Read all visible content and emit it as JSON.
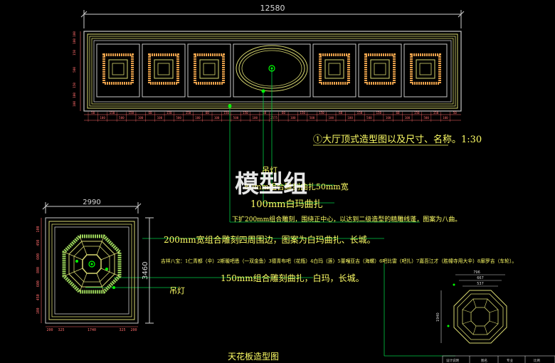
{
  "watermark": "模型组",
  "top_plan": {
    "overall_dim": "12580",
    "title": "①大厅顶式造型图以及尺寸、名称。1:30",
    "dim_row": [
      "50",
      "100",
      "150",
      "500",
      "150",
      "100",
      "60",
      "100",
      "150",
      "500",
      "150",
      "100",
      "60",
      "100",
      "150",
      "500",
      "150",
      "100",
      "60",
      "2575",
      "60",
      "100",
      "150",
      "500",
      "150",
      "100",
      "60",
      "100",
      "150",
      "500",
      "150",
      "100",
      "60",
      "100",
      "150",
      "500",
      "150",
      "100",
      "50"
    ],
    "left_dims": [
      "100",
      "100",
      "150",
      "500",
      "150",
      "100",
      "100"
    ]
  },
  "notes": {
    "note_dengdai": "吊灯",
    "note_80mm": "80mm组合雕刻曲扎50mm宽",
    "note_100mm": "100mm白玛曲扎",
    "note_200mm_top": "下扩200mm组合雕刻，围绕正中心，以达到二级造型的精雕线蓬，图案为八曲。",
    "note_200mm": "200mm宽组合雕刻四周围边，图案为白玛曲扎、长城。",
    "note_jixiang": "吉祥八宝：1仁青都（伞）2斯暖吧悉（一双金鱼）3德青布吧（花瓶）4白玛（莲）5董嘎亚吉（海螺）6吧比雷（吧扎）7嘉吾江才（胜幢寺用大伞）8廓罗吉（车轮）。",
    "note_150mm": "150mm组合雕刻曲扎，白玛，长城。",
    "note_dengdai2": "吊灯"
  },
  "bottom_plan": {
    "width_dim": "2990",
    "height_dim": "3460",
    "bottom_dims": [
      "200",
      "325",
      "1740",
      "325",
      "200"
    ],
    "left_dims": [
      "100",
      "450",
      "600",
      "800",
      "600",
      "450",
      "100"
    ],
    "title": "天花板造型图"
  },
  "detail": {
    "dims": [
      "796",
      "667",
      "537",
      "1940"
    ]
  },
  "title_block": {
    "cells": [
      "设计说明",
      "图名",
      "专业",
      "比例"
    ]
  }
}
